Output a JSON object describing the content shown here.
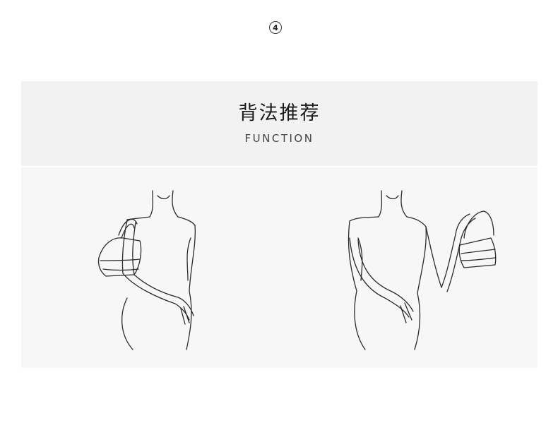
{
  "step": {
    "number": "4"
  },
  "header": {
    "title": "背法推荐",
    "subtitle": "FUNCTION"
  },
  "illustrations": [
    {
      "icon": "shoulder-carry-figure-icon"
    },
    {
      "icon": "hand-carry-figure-icon"
    }
  ]
}
